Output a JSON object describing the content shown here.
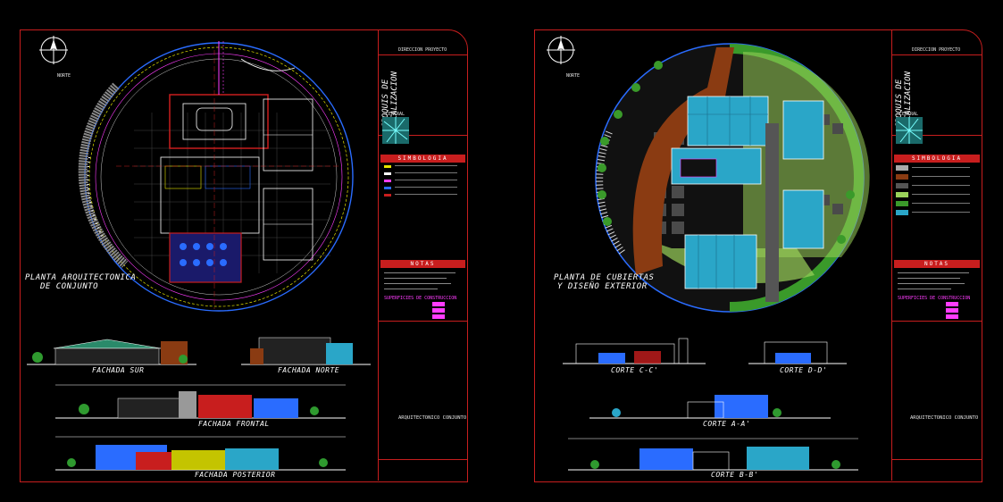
{
  "colors": {
    "background": "#000000",
    "frame": "#c81e1e",
    "line_yellow": "#e6e600",
    "line_blue": "#2a6cff",
    "line_magenta": "#ff3cff",
    "roof_cyan": "#2aa6c8",
    "soil_brown": "#8a3b12",
    "grass_green": "#9ad25a"
  },
  "sheet_left": {
    "plan_label_line1": "PLANTA ARQUITECTONICA",
    "plan_label_line2": "DE CONJUNTO",
    "north_label": "NORTE",
    "elevations": [
      {
        "label": "FACHADA SUR"
      },
      {
        "label": "FACHADA NORTE"
      },
      {
        "label": "FACHADA FRONTAL"
      },
      {
        "label": "FACHADA POSTERIOR"
      }
    ],
    "title_block": {
      "vertical_title_line1": "CROQUIS DE",
      "vertical_title_line2": "LOCALIZACION",
      "map_label": "CENTRAL",
      "legend_header": "SIMBOLOGIA",
      "notes_header": "NOTAS",
      "surfaces_header": "SUPERFICIES DE CONSTRUCCION",
      "project_name": "ARQUITECTONICO CONJUNTO",
      "top_caption": "DIRECCION PROYECTO"
    }
  },
  "sheet_right": {
    "plan_label_line1": "PLANTA DE CUBIERTAS",
    "plan_label_line2": "Y DISEÑO EXTERIOR",
    "north_label": "NORTE",
    "sections": [
      {
        "label": "CORTE C-C'"
      },
      {
        "label": "CORTE D-D'"
      },
      {
        "label": "CORTE A-A'"
      },
      {
        "label": "CORTE B-B'"
      }
    ],
    "title_block": {
      "vertical_title_line1": "CROQUIS DE",
      "vertical_title_line2": "LOCALIZACION",
      "map_label": "CENTRAL",
      "legend_header": "SIMBOLOGIA",
      "notes_header": "NOTAS",
      "surfaces_header": "SUPERFICIES DE CONSTRUCCION",
      "project_name": "ARQUITECTONICO CONJUNTO",
      "top_caption": "DIRECCION PROYECTO"
    }
  }
}
